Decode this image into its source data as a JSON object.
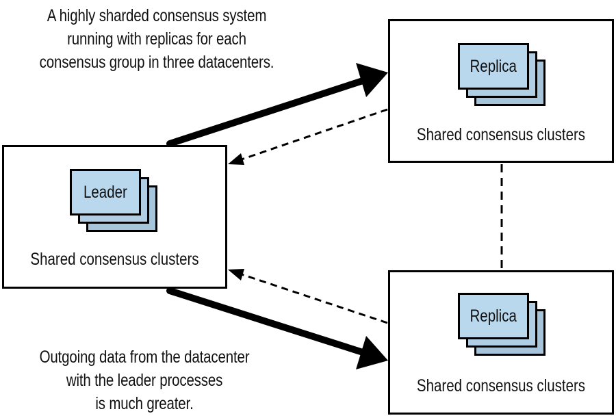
{
  "captions": {
    "top": "A highly sharded consensus system\nrunning with replicas for each\nconsensus group in three datacenters.",
    "bottom": "Outgoing data from the datacenter\nwith the leader processes\nis much greater."
  },
  "datacenters": {
    "leader": {
      "process_label": "Leader",
      "cluster_label": "Shared consensus clusters"
    },
    "replica_1": {
      "process_label": "Replica",
      "cluster_label": "Shared consensus clusters"
    },
    "replica_2": {
      "process_label": "Replica",
      "cluster_label": "Shared consensus clusters"
    }
  },
  "colors": {
    "card_fill": "#b9d8ee",
    "stroke": "#000000",
    "background": "#ffffff"
  }
}
